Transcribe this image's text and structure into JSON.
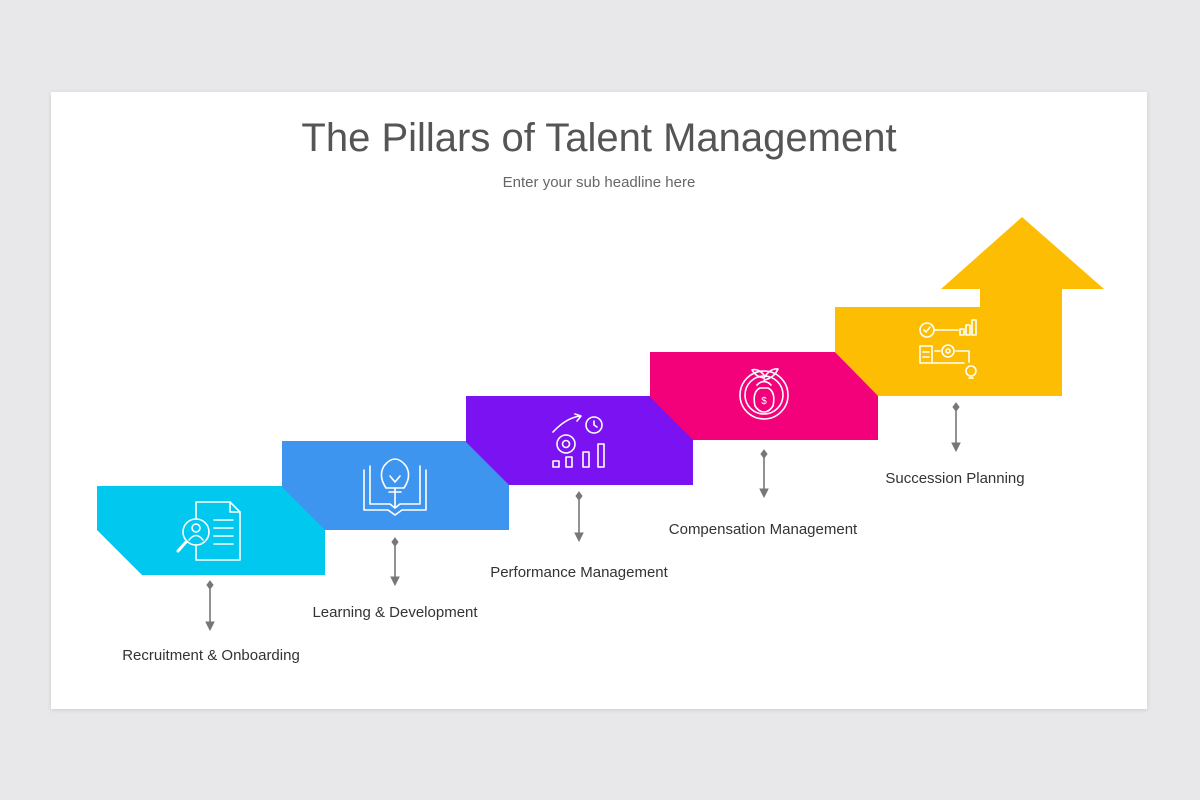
{
  "title": "The Pillars of Talent Management",
  "subtitle": "Enter your sub headline here",
  "steps": [
    {
      "label": "Recruitment & Onboarding",
      "color": "#00c8ee",
      "icon": "recruitment-search-icon"
    },
    {
      "label": "Learning & Development",
      "color": "#3d95f0",
      "icon": "book-lightbulb-icon"
    },
    {
      "label": "Performance Management",
      "color": "#7a12f2",
      "icon": "performance-growth-icon"
    },
    {
      "label": "Compensation Management",
      "color": "#f2017b",
      "icon": "money-bag-gear-icon"
    },
    {
      "label": "Succession Planning",
      "color": "#fdbd02",
      "icon": "succession-flow-icon"
    }
  ]
}
